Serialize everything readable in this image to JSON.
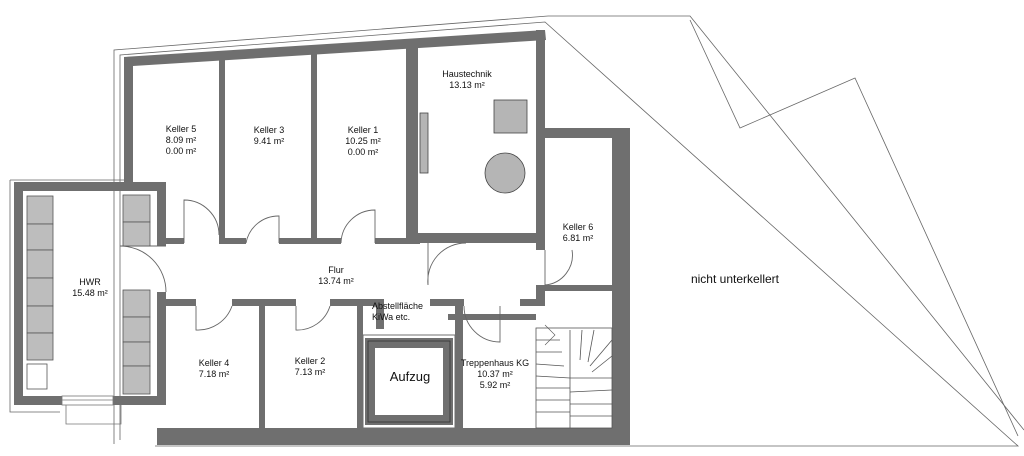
{
  "plan": {
    "rooms": [
      {
        "id": "keller5",
        "name": "Keller 5",
        "area": "8.09 m²",
        "area2": "0.00 m²"
      },
      {
        "id": "keller3",
        "name": "Keller 3",
        "area": "9.41 m²"
      },
      {
        "id": "keller1",
        "name": "Keller 1",
        "area": "10.25 m²",
        "area2": "0.00 m²"
      },
      {
        "id": "haustechnik",
        "name": "Haustechnik",
        "area": "13.13 m²"
      },
      {
        "id": "keller6",
        "name": "Keller 6",
        "area": "6.81 m²"
      },
      {
        "id": "hwr",
        "name": "HWR",
        "area": "15.48 m²"
      },
      {
        "id": "flur",
        "name": "Flur",
        "area": "13.74 m²"
      },
      {
        "id": "abstell",
        "name": "Abstellfläche",
        "area": "KiWa etc."
      },
      {
        "id": "keller4",
        "name": "Keller 4",
        "area": "7.18 m²"
      },
      {
        "id": "keller2",
        "name": "Keller 2",
        "area": "7.13 m²"
      },
      {
        "id": "treppenhaus",
        "name": "Treppenhaus KG",
        "area": "10.37 m²",
        "area2": "5.92 m²"
      }
    ],
    "aufzug": "Aufzug",
    "outside": "nicht unterkellert",
    "colors": {
      "wall": "#6f6f6f",
      "wall_dark": "#5c5c5c",
      "line": "#666666",
      "fixture": "#b5b5b5"
    }
  }
}
